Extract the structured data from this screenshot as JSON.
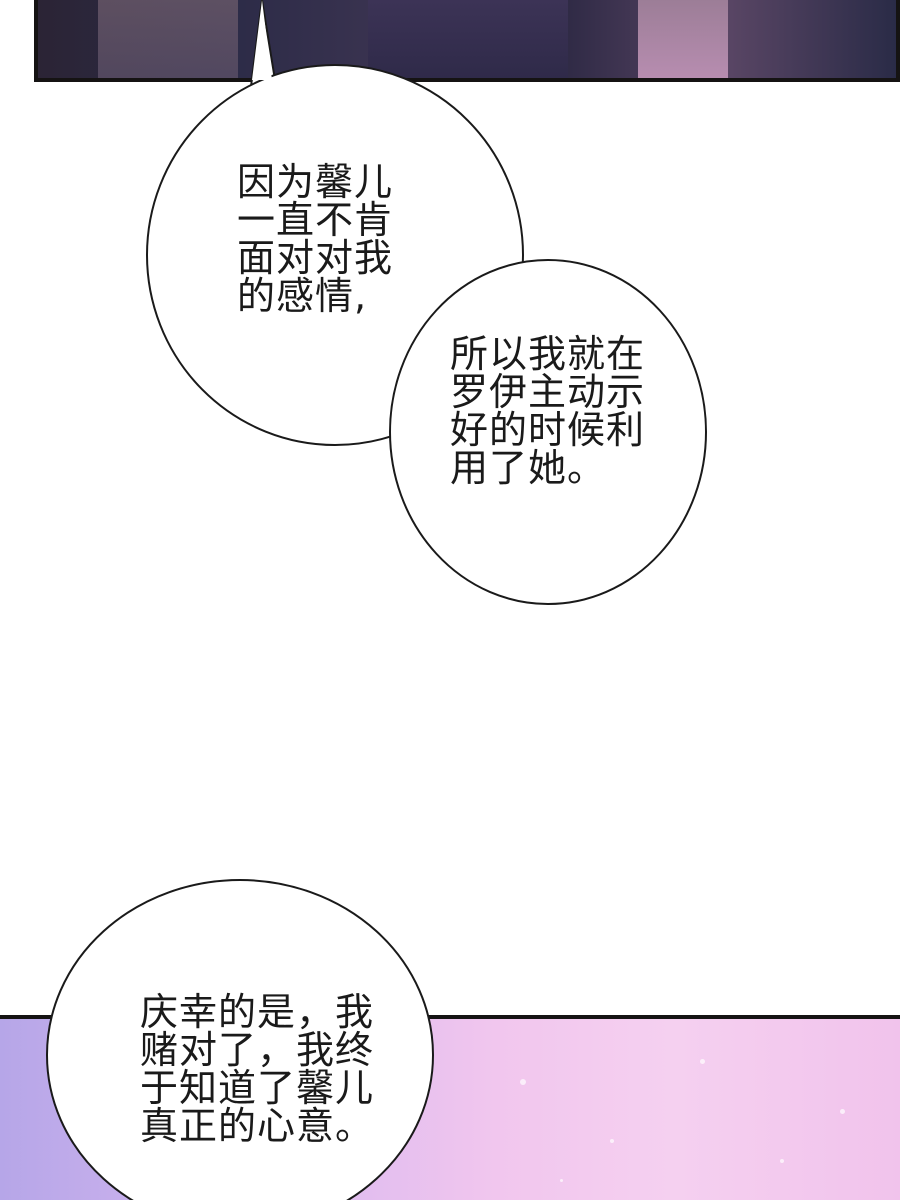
{
  "bubble1": {
    "lines": [
      "因为馨儿",
      "一直不肯",
      "面对对我",
      "的感情,"
    ]
  },
  "bubble2": {
    "lines": [
      "所以我就在",
      "罗伊主动示",
      "好的时候利",
      "用了她。"
    ]
  },
  "bubble3": {
    "lines": [
      "庆幸的是，我",
      "赌对了，我终",
      "于知道了馨儿",
      "真正的心意。"
    ]
  }
}
